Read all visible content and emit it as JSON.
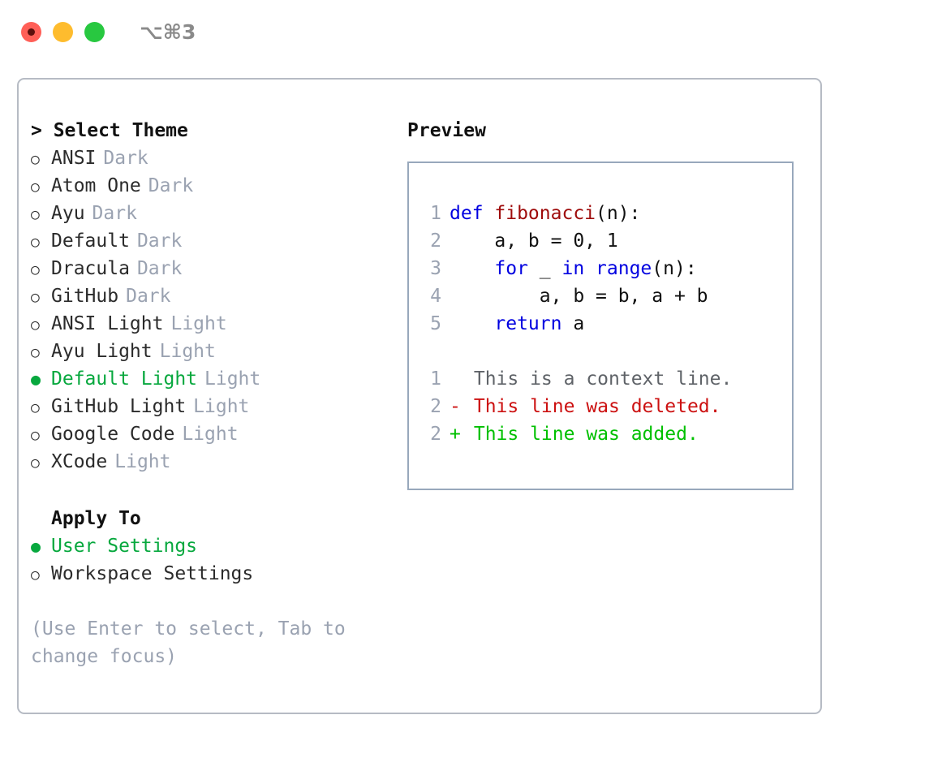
{
  "titlebar": {
    "shortcut": "⌥⌘3",
    "buttons": [
      {
        "name": "close",
        "color": "#ff5f57"
      },
      {
        "name": "minimize",
        "color": "#febc2e"
      },
      {
        "name": "zoom",
        "color": "#28c840"
      }
    ]
  },
  "theme_picker": {
    "title": "> Select Theme",
    "items": [
      {
        "marker": "○",
        "label": "ANSI",
        "tag": "Dark",
        "selected": false
      },
      {
        "marker": "○",
        "label": "Atom One",
        "tag": "Dark",
        "selected": false
      },
      {
        "marker": "○",
        "label": "Ayu",
        "tag": "Dark",
        "selected": false
      },
      {
        "marker": "○",
        "label": "Default",
        "tag": "Dark",
        "selected": false
      },
      {
        "marker": "○",
        "label": "Dracula",
        "tag": "Dark",
        "selected": false
      },
      {
        "marker": "○",
        "label": "GitHub",
        "tag": "Dark",
        "selected": false
      },
      {
        "marker": "○",
        "label": "ANSI Light",
        "tag": "Light",
        "selected": false
      },
      {
        "marker": "○",
        "label": "Ayu Light",
        "tag": "Light",
        "selected": false
      },
      {
        "marker": "●",
        "label": "Default Light",
        "tag": "Light",
        "selected": true
      },
      {
        "marker": "○",
        "label": "GitHub Light",
        "tag": "Light",
        "selected": false
      },
      {
        "marker": "○",
        "label": "Google Code",
        "tag": "Light",
        "selected": false
      },
      {
        "marker": "○",
        "label": "XCode",
        "tag": "Light",
        "selected": false
      }
    ]
  },
  "apply_to": {
    "title": "Apply To",
    "items": [
      {
        "marker": "●",
        "label": "User Settings",
        "selected": true
      },
      {
        "marker": "○",
        "label": "Workspace Settings",
        "selected": false
      }
    ]
  },
  "hint": "(Use Enter to select, Tab to change focus)",
  "preview": {
    "title": "Preview",
    "code_lines": [
      {
        "num": "1",
        "tokens": [
          {
            "text": "def ",
            "cls": "kw"
          },
          {
            "text": "fibonacci",
            "cls": "fn"
          },
          {
            "text": "(n):",
            "cls": "pl"
          }
        ]
      },
      {
        "num": "2",
        "tokens": [
          {
            "text": "    a, b = 0, 1",
            "cls": "pl"
          }
        ]
      },
      {
        "num": "3",
        "tokens": [
          {
            "text": "    ",
            "cls": "pl"
          },
          {
            "text": "for",
            "cls": "kw"
          },
          {
            "text": " _ ",
            "cls": "pl"
          },
          {
            "text": "in",
            "cls": "kw"
          },
          {
            "text": " ",
            "cls": "pl"
          },
          {
            "text": "range",
            "cls": "kw"
          },
          {
            "text": "(n):",
            "cls": "pl"
          }
        ]
      },
      {
        "num": "4",
        "tokens": [
          {
            "text": "        a, b = b, a + b",
            "cls": "pl"
          }
        ]
      },
      {
        "num": "5",
        "tokens": [
          {
            "text": "    ",
            "cls": "pl"
          },
          {
            "text": "return",
            "cls": "kw"
          },
          {
            "text": " a",
            "cls": "pl"
          }
        ]
      }
    ],
    "diff_lines": [
      {
        "num": "1",
        "marker": " ",
        "text": " This is a context line.",
        "kind": "context"
      },
      {
        "num": "2",
        "marker": "-",
        "text": " This line was deleted.",
        "kind": "deleted"
      },
      {
        "num": "2",
        "marker": "+",
        "text": " This line was added.",
        "kind": "added"
      }
    ]
  },
  "colors": {
    "accent_green": "#07a83e",
    "muted": "#9aa2b1",
    "keyword_blue": "#0000e0",
    "function_red": "#9e0b0b",
    "diff_deleted": "#cc1111",
    "diff_added": "#00c000",
    "panel_border": "#98a8bc",
    "window_border": "#b6bbc4"
  }
}
